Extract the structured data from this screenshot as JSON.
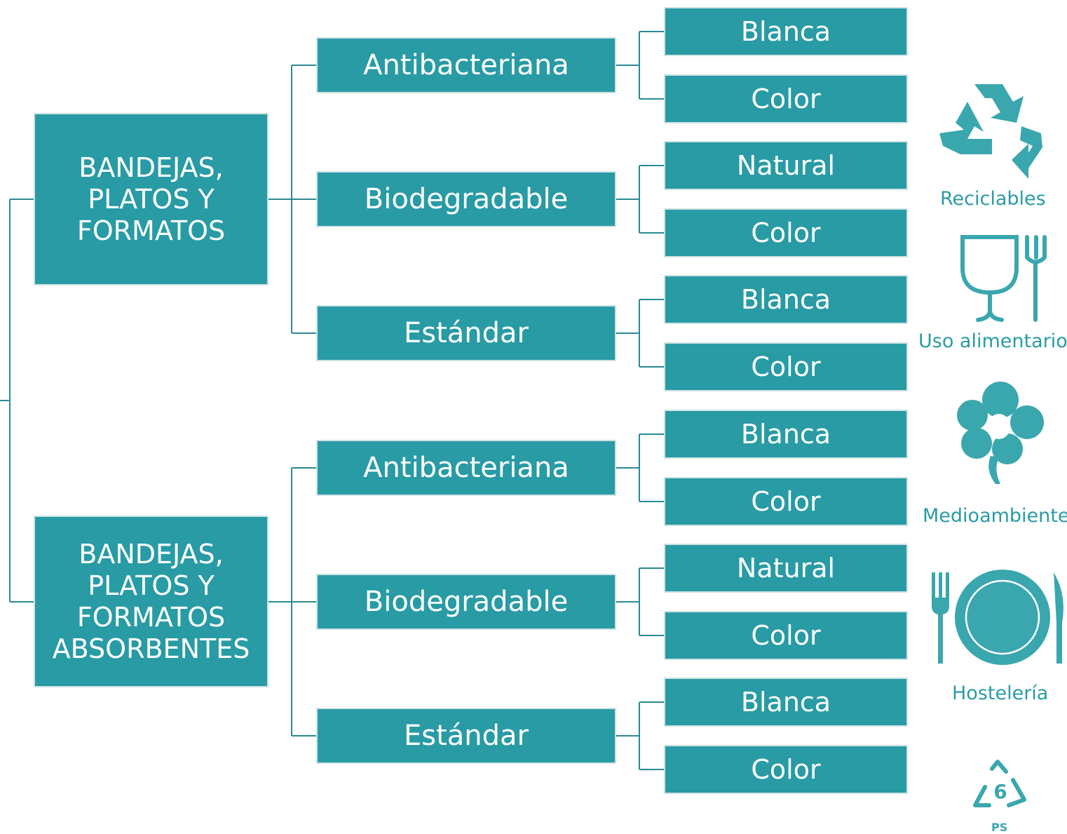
{
  "groups": [
    {
      "title": "BANDEJAS,\nPLATOS Y\nFORMATOS",
      "types": [
        {
          "label": "Antibacteriana",
          "variants": [
            "Blanca",
            "Color"
          ]
        },
        {
          "label": "Biodegradable",
          "variants": [
            "Natural",
            "Color"
          ]
        },
        {
          "label": "Estándar",
          "variants": [
            "Blanca",
            "Color"
          ]
        }
      ]
    },
    {
      "title": "BANDEJAS,\nPLATOS Y\nFORMATOS\nABSORBENTES",
      "types": [
        {
          "label": "Antibacteriana",
          "variants": [
            "Blanca",
            "Color"
          ]
        },
        {
          "label": "Biodegradable",
          "variants": [
            "Natural",
            "Color"
          ]
        },
        {
          "label": "Estándar",
          "variants": [
            "Blanca",
            "Color"
          ]
        }
      ]
    }
  ],
  "features": [
    {
      "icon": "recycle-icon",
      "label": "Reciclables"
    },
    {
      "icon": "food-safe-icon",
      "label": "Uso alimentario"
    },
    {
      "icon": "flower-icon",
      "label": "Medioambiente"
    },
    {
      "icon": "plate-cutlery-icon",
      "label": "Hostelería"
    },
    {
      "icon": "ps6-recycling-icon",
      "label": "PS"
    }
  ],
  "colors": {
    "box": "#289ba5",
    "line": "#2a8a92",
    "icon": "#3aa7ae"
  }
}
